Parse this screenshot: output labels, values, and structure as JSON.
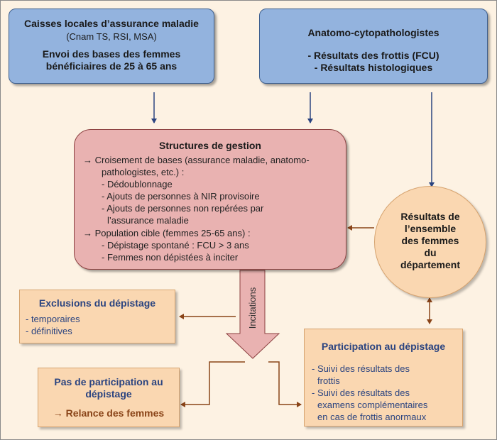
{
  "cnam_box": {
    "title": "Caisses locales d’assurance maladie",
    "subtitle": "(Cnam TS, RSI, MSA)",
    "line1": "Envoi des bases des femmes",
    "line2": "bénéficiaires de 25 à 65 ans"
  },
  "anatomo_box": {
    "title": "Anatomo-cytopathologistes",
    "item1": "- Résultats des frottis (FCU)",
    "item2": "- Résultats histologiques"
  },
  "structures_box": {
    "title": "Structures de gestion",
    "lines": [
      "→  Croisement de bases (assurance maladie, anatomo-",
      "pathologistes, etc.) :",
      "- Dédoublonnage",
      "- Ajouts de personnes à NIR provisoire",
      "- Ajouts de personnes non repérées par",
      "l’assurance maladie",
      "→  Population cible (femmes 25-65 ans) :",
      "- Dépistage spontané : FCU > 3 ans",
      "- Femmes non dépistées à inciter"
    ]
  },
  "resultats_circle": {
    "lines": [
      "Résultats de",
      "l’ensemble",
      "des femmes",
      "du",
      "département"
    ]
  },
  "exclusions_box": {
    "title": "Exclusions du dépistage",
    "item1": "- temporaires",
    "item2": "- définitives"
  },
  "incitations_label": "Incitations",
  "pas_participation_box": {
    "title1": "Pas de participation au",
    "title2": "dépistage",
    "action": "→ Relance des femmes"
  },
  "participation_box": {
    "title": "Participation au dépistage",
    "lines": [
      "- Suivi des résultats des",
      "frottis",
      "- Suivi des résultats des",
      "examens complémentaires",
      "en cas de frottis anormaux"
    ]
  },
  "colors": {
    "navy_arrow": "#2b4480",
    "brown_arrow": "#8a4418",
    "blue_fill": "#93b3de",
    "pink_fill": "#e9b2b1",
    "peach_fill": "#fad7b1"
  }
}
